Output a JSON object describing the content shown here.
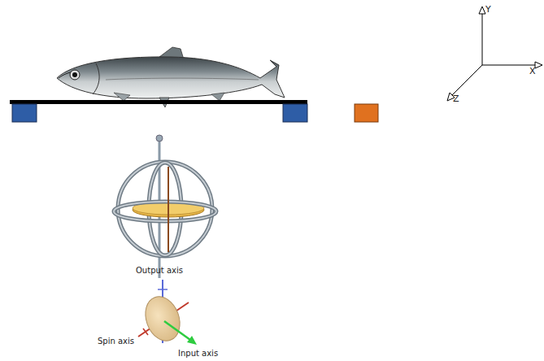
{
  "diagram": {
    "labels": [
      "Y",
      "X",
      "Z",
      "Output axis",
      "Spin axis",
      "Input axis"
    ]
  }
}
